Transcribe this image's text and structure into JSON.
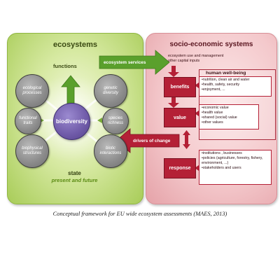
{
  "ecosystems": {
    "title": "ecosystems",
    "functions_label": "functions",
    "state_label": "state",
    "state_sub": "present and future",
    "center": "biodiversity",
    "circles": [
      {
        "key": "ecological-processes",
        "label": "ecological processes"
      },
      {
        "key": "genetic-diversity",
        "label": "genetic diversity"
      },
      {
        "key": "functional-traits",
        "label": "functional traits"
      },
      {
        "key": "species-richness",
        "label": "species richness"
      },
      {
        "key": "biophysical-structures",
        "label": "biophysical structures"
      },
      {
        "key": "biotic-interactions",
        "label": "biotic interactions"
      }
    ]
  },
  "arrows": {
    "ecosystem_services": "ecosystem services",
    "drivers_of_change": "drivers of change"
  },
  "socio": {
    "title": "socio-economic systems",
    "inputs_line1": "ecosystem use and management",
    "inputs_line2": "other capital inputs",
    "human_wellbeing": "human well-being",
    "benefits": {
      "label": "benefits",
      "items": [
        "nutrition, clean air and water",
        "health, safety, security",
        "enjoyment, ..."
      ]
    },
    "value": {
      "label": "value",
      "items": [
        "economic value",
        "health value",
        "shared (social) value",
        "other values"
      ]
    },
    "response": {
      "label": "response",
      "items": [
        "institutions , businesses",
        "policies (agriculture, forestry, fishery, environment, ...)",
        "stakeholders and users"
      ]
    }
  },
  "caption": "Conceptual framework for EU wide ecosystem assessments (MAES, 2013)",
  "colors": {
    "eco_green": "#a8cc58",
    "socio_pink": "#f4c9cc",
    "arrow_green": "#5aa02c",
    "arrow_red": "#b42036",
    "biodiversity_purple": "#6f5aa8",
    "circle_grey": "#8a8a8a"
  }
}
